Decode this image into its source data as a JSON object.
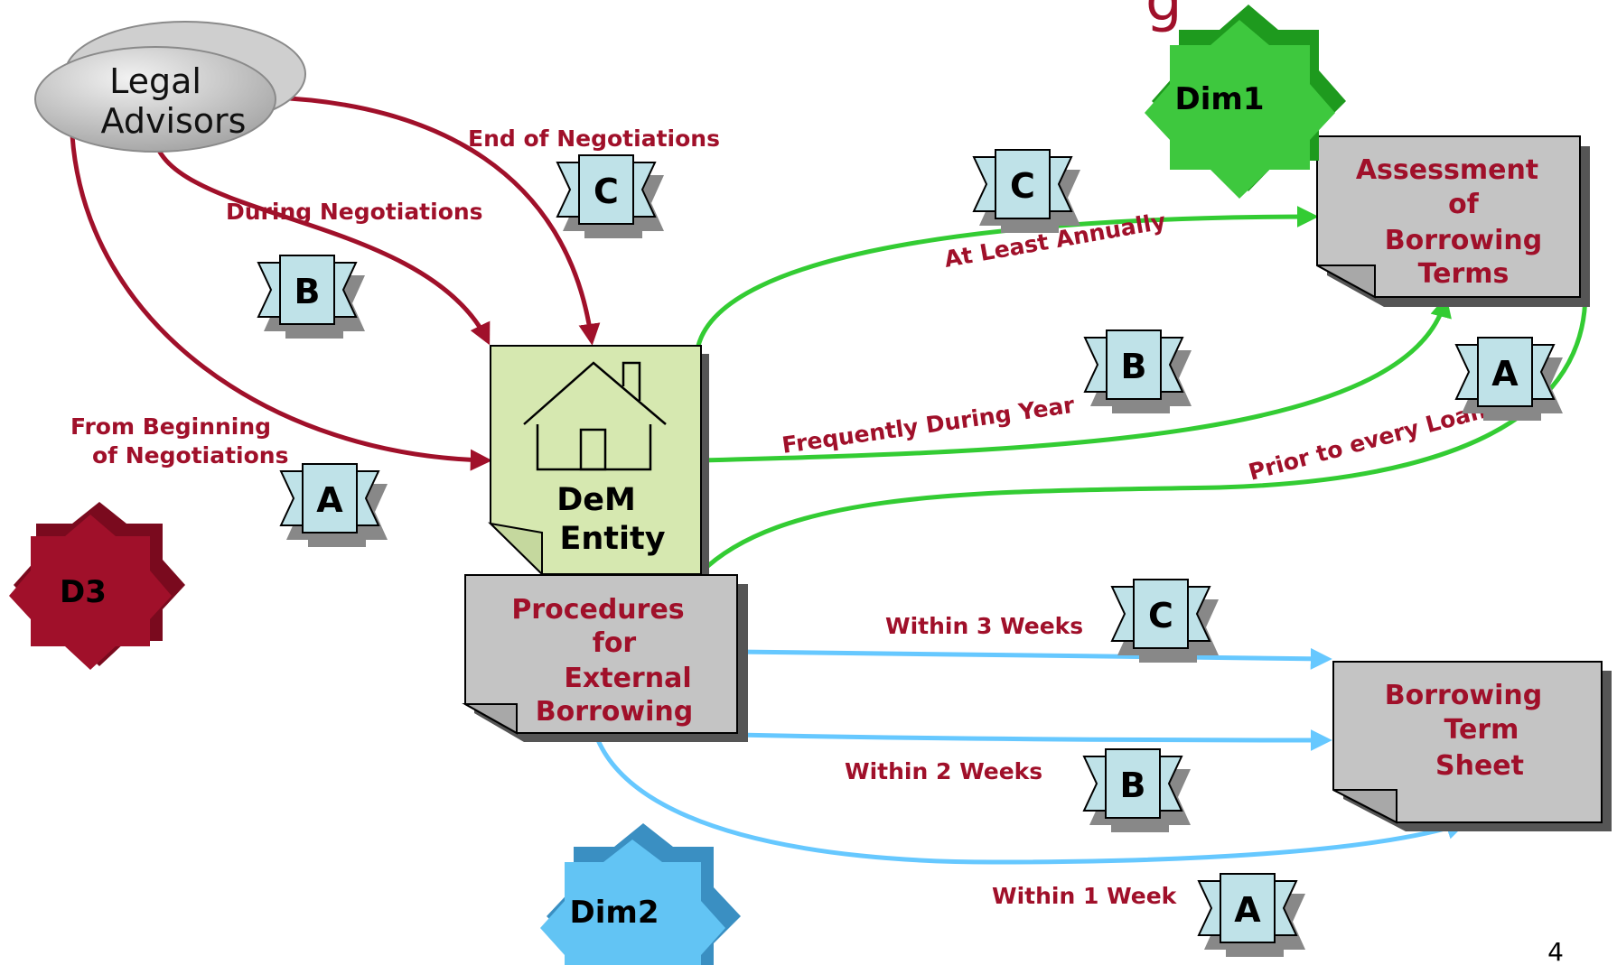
{
  "title_fragment": "g",
  "page_number": "4",
  "colors": {
    "dark_red": "#a0102a",
    "green": "#33cc33",
    "light_blue": "#66c8ff",
    "gray_box": "#c4c4c4",
    "entity_fill": "#d6e8b0",
    "ribbon_fill": "#bfe2e8"
  },
  "nodes": {
    "legal_advisors": {
      "line1": "Legal",
      "line2": "Advisors"
    },
    "dem_entity": {
      "line1": "DeM",
      "line2": "Entity",
      "icon": "house-icon"
    },
    "procedures": {
      "line1": "Procedures",
      "line2": "for",
      "line3": "External",
      "line4": "Borrowing"
    },
    "assessment": {
      "line1": "Assessment",
      "line2": "of",
      "line3": "Borrowing",
      "line4": "Terms"
    },
    "term_sheet": {
      "line1": "Borrowing",
      "line2": "Term",
      "line3": "Sheet"
    }
  },
  "dimensions": {
    "dim1": "Dim1",
    "dim2": "Dim2",
    "d3": "D3"
  },
  "edges": {
    "end_negotiations": "End of Negotiations",
    "during_negotiations": "During Negotiations",
    "from_beginning_1": "From Beginning",
    "from_beginning_2": "of Negotiations",
    "at_least_annually": "At Least Annually",
    "frequently": "Frequently During Year",
    "prior_loan": "Prior to every Loan",
    "within_3": "Within 3 Weeks",
    "within_2": "Within 2 Weeks",
    "within_1": "Within 1 Week"
  },
  "ribbons": {
    "c_top": "C",
    "b_left": "B",
    "a_left": "A",
    "c_green": "C",
    "b_green": "B",
    "a_green": "A",
    "c_blue": "C",
    "b_blue": "B",
    "a_blue": "A"
  }
}
